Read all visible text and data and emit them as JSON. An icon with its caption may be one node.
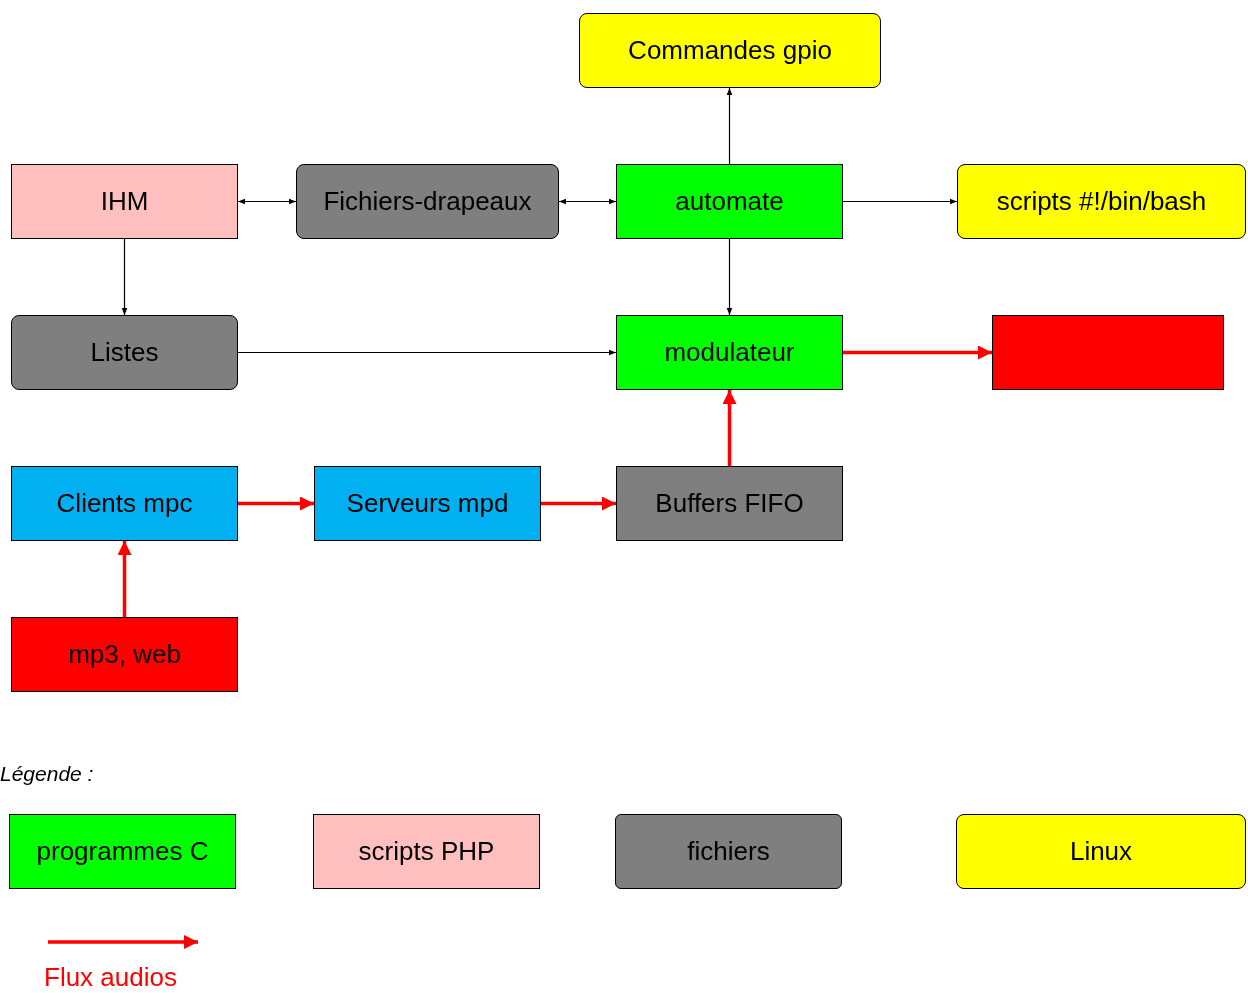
{
  "diagram": {
    "nodes": [
      {
        "text": [
          "Commandes gpio"
        ]
      },
      {
        "text": [
          "IHM"
        ]
      },
      {
        "text": [
          "Fichiers-drapeaux"
        ]
      },
      {
        "text": [
          "automate"
        ]
      },
      {
        "text": [
          "scripts #!/bin/bash"
        ]
      },
      {
        "text": [
          "Listes"
        ]
      },
      {
        "text": [
          "modulateur"
        ]
      },
      {
        "text": [],
        "shape": "box"
      },
      {
        "text": [
          "Clients mpc"
        ]
      },
      {
        "text": [
          "Serveurs mpd"
        ]
      },
      {
        "text": [
          "Buffers FIFO"
        ]
      },
      {
        "text": [
          "mp3, web"
        ]
      }
    ],
    "edges": [
      {
        "from": 1,
        "to": 2,
        "arrow": "both"
      },
      {
        "from": 2,
        "to": 3,
        "arrow": "both"
      },
      {
        "from": 3,
        "to": 0,
        "arrow": "to"
      },
      {
        "from": 3,
        "to": 4,
        "arrow": "to"
      },
      {
        "from": 1,
        "to": 5,
        "arrow": "to"
      },
      {
        "from": 3,
        "to": 6,
        "arrow": "to"
      },
      {
        "from": 5,
        "to": 6,
        "arrow": "to"
      },
      {
        "from": 6,
        "to": 7,
        "arrow": "to",
        "style": "thick",
        "color": "#ff0000"
      },
      {
        "from": 8,
        "to": 9,
        "arrow": "to",
        "style": "thick",
        "color": "#ff0000"
      },
      {
        "from": 9,
        "to": 10,
        "arrow": "to",
        "style": "thick",
        "color": "#ff0000"
      },
      {
        "from": 10,
        "to": 6,
        "arrow": "to",
        "style": "thick",
        "color": "#ff0000"
      },
      {
        "from": 11,
        "to": 8,
        "arrow": "to",
        "style": "thick",
        "color": "#ff0000"
      }
    ],
    "labels": [
      "Légende :"
    ],
    "legend": [
      {
        "text": "programmes C",
        "color": "#00ff00"
      },
      {
        "text": "scripts PHP",
        "color": "#ffbfbf"
      },
      {
        "text": "fichiers",
        "color": "#7f7f7f"
      },
      {
        "text": "Linux",
        "color": "#ffff00"
      },
      {
        "text": "Flux audios"
      }
    ]
  }
}
